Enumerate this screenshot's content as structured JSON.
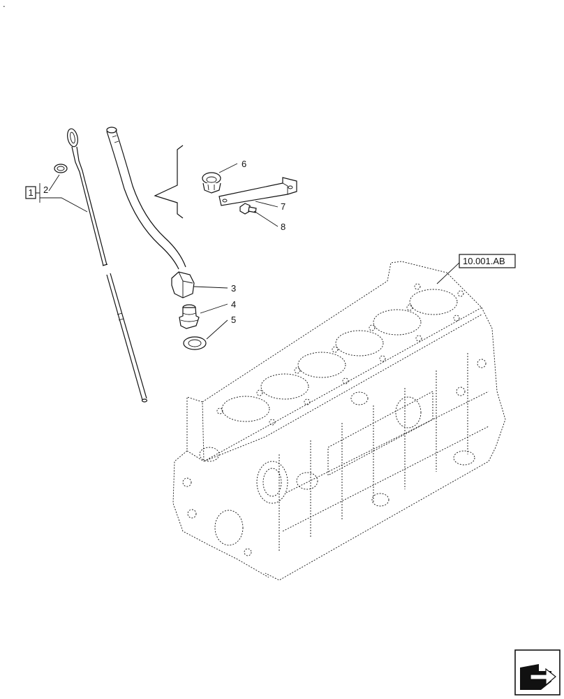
{
  "diagram": {
    "callouts": [
      {
        "id": "c1",
        "label": "1",
        "boxed": true
      },
      {
        "id": "c2",
        "label": "2"
      },
      {
        "id": "c3",
        "label": "3"
      },
      {
        "id": "c4",
        "label": "4"
      },
      {
        "id": "c5",
        "label": "5"
      },
      {
        "id": "c6",
        "label": "6"
      },
      {
        "id": "c7",
        "label": "7"
      },
      {
        "id": "c8",
        "label": "8"
      }
    ],
    "reference": "10.001.AB",
    "corner_mark": "."
  },
  "icons": {
    "nav": "next-page-arrow-icon"
  }
}
